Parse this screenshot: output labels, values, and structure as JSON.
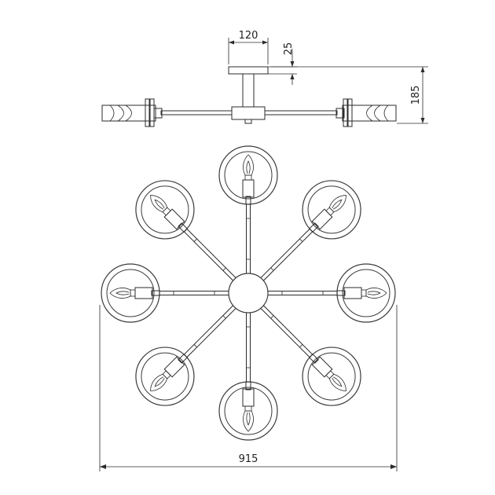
{
  "dimensions": {
    "top_width": "120",
    "top_height": "25",
    "total_height": "185",
    "total_width": "915"
  },
  "colors": {
    "line": "#2b2b2b",
    "background": "#ffffff"
  }
}
